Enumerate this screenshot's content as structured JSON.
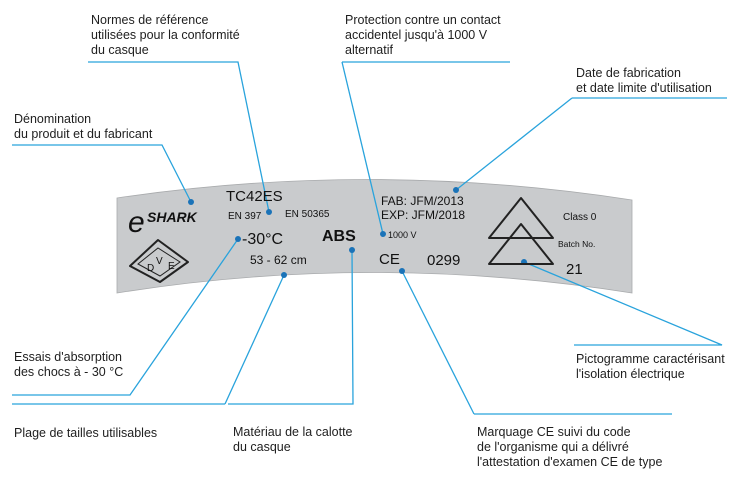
{
  "callouts": {
    "normes": "Normes de référence\nutilisées pour la conformité\ndu casque",
    "protection": "Protection contre un contact\naccidentel jusqu'à 1000 V\nalternatif",
    "date": "Date de fabrication\net date limite d'utilisation",
    "denomination": "Dénomination\ndu produit et du fabricant",
    "essais": "Essais d'absorption\ndes chocs à - 30 °C",
    "plage": "Plage de tailles utilisables",
    "materiau": "Matériau de la calotte\ndu casque",
    "pictogramme": "Pictogramme caractérisant\nl'isolation électrique",
    "marquage": "Marquage CE suivi du code\nde l'organisme qui a délivré\nl'attestation d'examen CE de type"
  },
  "label": {
    "brand_e": "e",
    "brand_shark": "SHARK",
    "model": "TC42ES",
    "norm1": "EN 397",
    "norm2": "EN 50365",
    "temp": "-30°C",
    "material": "ABS",
    "voltage": "1000 V",
    "sizes": "53 - 62 cm",
    "fab": "FAB: JFM/2013",
    "exp": "EXP: JFM/2018",
    "ce": "CE",
    "ce_code": "0299",
    "dve_d": "D",
    "dve_v": "V",
    "dve_e": "E",
    "class": "Class 0",
    "batch": "Batch No.",
    "batch_num": "21"
  },
  "colors": {
    "leader": "#29a3dc",
    "dot": "#1a73b8",
    "label_fill": "#c9cbcd"
  }
}
